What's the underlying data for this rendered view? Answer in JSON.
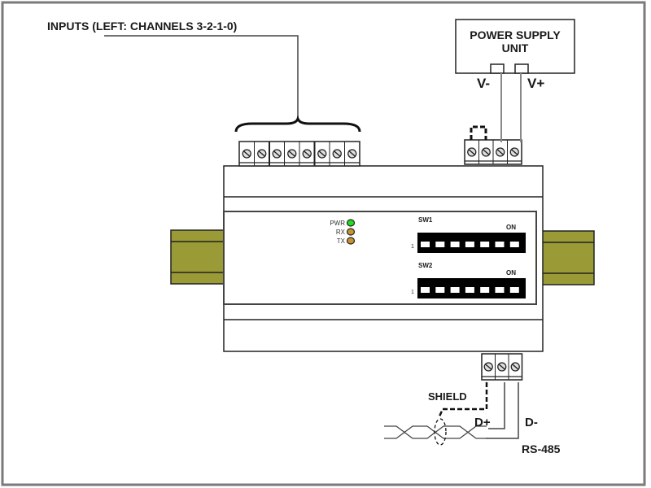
{
  "labels": {
    "inputs": "INPUTS  (LEFT: CHANNELS 3-2-1-0)",
    "psu_line1": "POWER SUPPLY",
    "psu_line2": "UNIT",
    "v_minus": "V-",
    "v_plus": "V+",
    "shield": "SHIELD",
    "d_plus": "D+",
    "d_minus": "D-",
    "rs485": "RS-485"
  },
  "leds": [
    {
      "label": "PWR",
      "color": "#22dd22"
    },
    {
      "label": "RX",
      "color": "#c8922e"
    },
    {
      "label": "TX",
      "color": "#c8922e"
    }
  ],
  "switches": [
    {
      "name": "SW1",
      "on_label": "ON",
      "pos1_label": "1",
      "positions": 7
    },
    {
      "name": "SW2",
      "on_label": "ON",
      "pos1_label": "1",
      "positions": 7
    }
  ],
  "terminals": {
    "inputs_count": 8,
    "power_count": 4,
    "rs485_count": 3
  },
  "colors": {
    "din_rail": "#9a9a36",
    "frame": "#7a7a7a",
    "line": "#222222",
    "wire": "#888888"
  }
}
